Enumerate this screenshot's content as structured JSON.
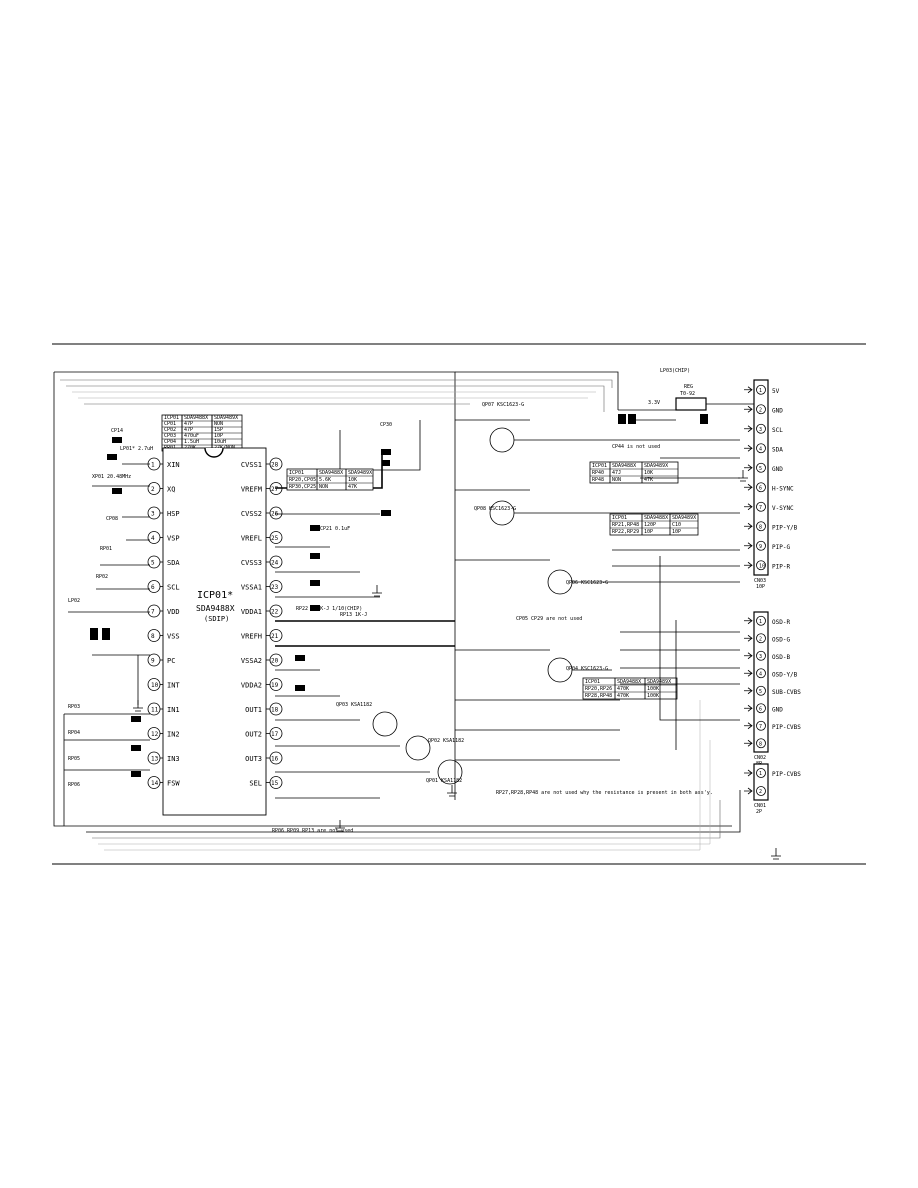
{
  "ic": {
    "ref": "ICP01*",
    "part": "SDA9488X",
    "package": "(SDIP)",
    "left_pins": [
      {
        "num": "1",
        "name": "XIN"
      },
      {
        "num": "2",
        "name": "XQ"
      },
      {
        "num": "3",
        "name": "HSP"
      },
      {
        "num": "4",
        "name": "VSP"
      },
      {
        "num": "5",
        "name": "SDA"
      },
      {
        "num": "6",
        "name": "SCL"
      },
      {
        "num": "7",
        "name": "VDD"
      },
      {
        "num": "8",
        "name": "VSS"
      },
      {
        "num": "9",
        "name": "PC"
      },
      {
        "num": "10",
        "name": "INT"
      },
      {
        "num": "11",
        "name": "IN1"
      },
      {
        "num": "12",
        "name": "IN2"
      },
      {
        "num": "13",
        "name": "IN3"
      },
      {
        "num": "14",
        "name": "FSW"
      }
    ],
    "right_pins": [
      {
        "num": "28",
        "name": "CVSS1"
      },
      {
        "num": "27",
        "name": "VREFM"
      },
      {
        "num": "26",
        "name": "CVSS2"
      },
      {
        "num": "25",
        "name": "VREFL"
      },
      {
        "num": "24",
        "name": "CVSS3"
      },
      {
        "num": "23",
        "name": "VSSA1"
      },
      {
        "num": "22",
        "name": "VDDA1"
      },
      {
        "num": "21",
        "name": "VREFH"
      },
      {
        "num": "20",
        "name": "VSSA2"
      },
      {
        "num": "19",
        "name": "VDDA2"
      },
      {
        "num": "18",
        "name": "OUT1"
      },
      {
        "num": "17",
        "name": "OUT2"
      },
      {
        "num": "16",
        "name": "OUT3"
      },
      {
        "num": "15",
        "name": "SEL"
      }
    ]
  },
  "connector_top": {
    "ref": "CN03",
    "sub": "10P",
    "pins": [
      {
        "num": "1",
        "name": "5V"
      },
      {
        "num": "2",
        "name": "GND"
      },
      {
        "num": "3",
        "name": "SCL"
      },
      {
        "num": "4",
        "name": "SDA"
      },
      {
        "num": "5",
        "name": "GND"
      },
      {
        "num": "6",
        "name": "H-SYNC"
      },
      {
        "num": "7",
        "name": "V-SYNC"
      },
      {
        "num": "8",
        "name": "PIP-Y/B"
      },
      {
        "num": "9",
        "name": "PIP-G"
      },
      {
        "num": "10",
        "name": "PIP-R"
      }
    ]
  },
  "connector_mid": {
    "ref": "CN02",
    "sub": "8P",
    "pins": [
      {
        "num": "1",
        "name": "OSD-R"
      },
      {
        "num": "2",
        "name": "OSD-G"
      },
      {
        "num": "3",
        "name": "OSD-B"
      },
      {
        "num": "4",
        "name": "OSD-Y/B"
      },
      {
        "num": "5",
        "name": "SUB-CVBS"
      },
      {
        "num": "6",
        "name": "GND"
      },
      {
        "num": "7",
        "name": "PIP-CVBS"
      },
      {
        "num": "8",
        "name": ""
      }
    ]
  },
  "connector_bottom": {
    "ref": "CN01",
    "sub": "2P",
    "pins": [
      {
        "num": "1",
        "name": "PIP-CVBS"
      },
      {
        "num": "2",
        "name": ""
      }
    ]
  },
  "table_tl": [
    [
      "ICP01",
      "SDA9488X",
      "SDA9489X"
    ],
    [
      "CP01",
      "47P",
      "NON"
    ],
    [
      "CP02",
      "47P",
      "15P"
    ],
    [
      "CP03",
      "470uF",
      "10P"
    ],
    [
      "CP04",
      "1.5uH",
      "10uH"
    ],
    [
      "RP01",
      "270K",
      "27K/NON"
    ]
  ],
  "table_c": [
    [
      "ICP01",
      "SDA9488X",
      "SDA9489X"
    ],
    [
      "RP20,CP05",
      "5.6K",
      "10K"
    ],
    [
      "RP30,CP25",
      "NON",
      "47K"
    ]
  ],
  "table_r1": [
    [
      "ICP01",
      "SDA9488X",
      "SDA9489X"
    ],
    [
      "RP40",
      "47J",
      "10K"
    ],
    [
      "RP48",
      "NON",
      "47K"
    ]
  ],
  "table_r2": [
    [
      "ICP01",
      "SDA9488X",
      "SDA9489X"
    ],
    [
      "RP21,RP48",
      "120P",
      "C10"
    ],
    [
      "RP22,RP29",
      "10P",
      "10P"
    ]
  ],
  "table_r3": [
    [
      "ICP01",
      "SDA9488X",
      "SDA9489X"
    ],
    [
      "RP20,RP26",
      "470K",
      "100K"
    ],
    [
      "RP28,RP48",
      "470K",
      "100K"
    ]
  ],
  "components": {
    "xtal": "XP01 20.48MHz",
    "lp01": "LP01* 2.7uH",
    "reg": "REG",
    "reg_part": "T0-92",
    "reg_v": "3.3V",
    "qp07": "QP07 KSC1623-G",
    "qp08": "QP08 KSC1623-G",
    "qp06": "QP06 KSC1623-G",
    "qp04": "QP04 KSC1623-G",
    "qp03": "QP03 KSA1182",
    "qp02": "QP02 KSA1182",
    "qp01": "QP01 KSA1182",
    "r_short": "RP22 4.7K-J 1/10(CHIP)",
    "r_small": "RP13 1K-J",
    "c_small": "CP21 0.1uF"
  },
  "notes": {
    "cp44": "CP44 is not used",
    "cp05_cp29": "CP05 CP29 are not used",
    "rp06": "RP06 RP09 RP13 are not used",
    "rp27": "RP27,RP28,RP48 are not used why the resistance is present in both ass'y."
  }
}
